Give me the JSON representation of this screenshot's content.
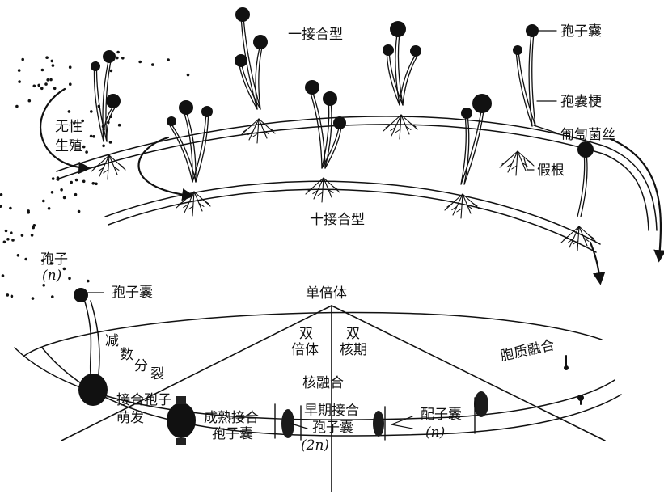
{
  "colors": {
    "ink": "#111111",
    "background": "#ffffff"
  },
  "labels": {
    "minus_type": "一接合型",
    "plus_type": "十接合型",
    "asexual_line1": "无性",
    "asexual_line2": "生殖",
    "sporangium_top": "孢子囊",
    "sporangiophore": "孢囊梗",
    "stolon": "匍匐菌丝",
    "rhizoid": "假根",
    "spores": "孢子",
    "spores_n": "(n)",
    "sporangium_left": "孢子囊",
    "haploid": "单倍体",
    "diploid_a": "双",
    "diploid_b": "倍体",
    "dikaryon_a": "双",
    "dikaryon_b": "核期",
    "meiosis_1": "减",
    "meiosis_2": "数",
    "meiosis_3": "分",
    "meiosis_4": "裂",
    "plasmogamy": "胞质融合",
    "karyogamy": "核融合",
    "zygo_germ_1": "接合孢子",
    "zygo_germ_2": "萌发",
    "mature_1": "成熟接合",
    "mature_2": "孢子囊",
    "early_1": "早期接合",
    "early_2": "孢子囊",
    "early_2n": "(2n)",
    "gametangia": "配子囊",
    "gametangia_n": "(n)"
  }
}
